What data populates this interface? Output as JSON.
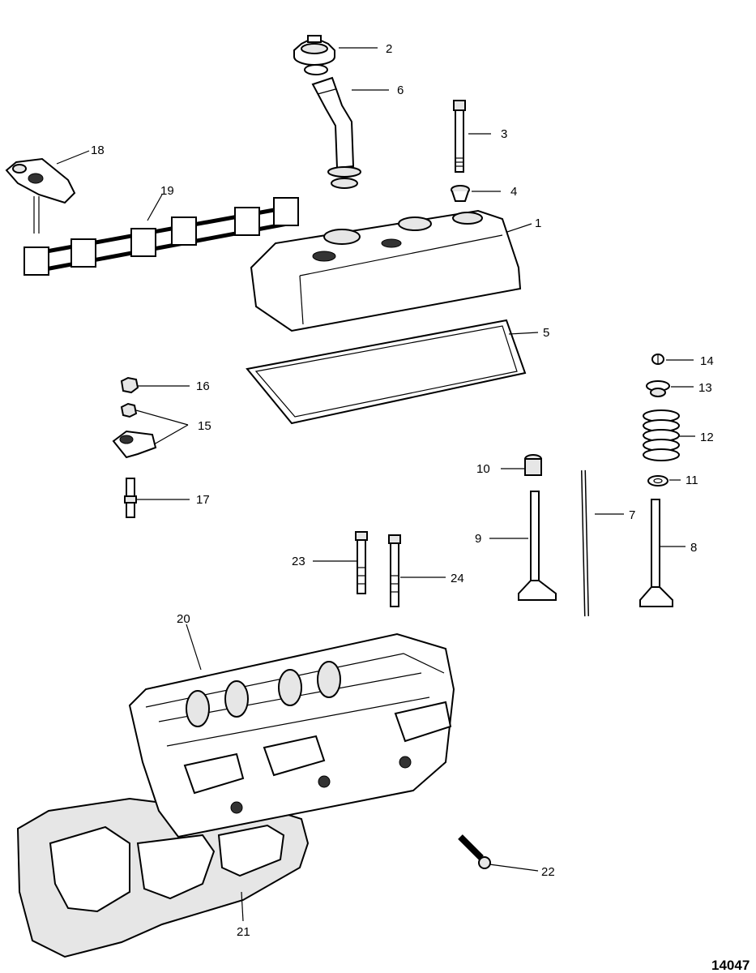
{
  "callouts": [
    {
      "id": "c1",
      "label": "1"
    },
    {
      "id": "c2",
      "label": "2"
    },
    {
      "id": "c3",
      "label": "3"
    },
    {
      "id": "c4",
      "label": "4"
    },
    {
      "id": "c5",
      "label": "5"
    },
    {
      "id": "c6",
      "label": "6"
    },
    {
      "id": "c7",
      "label": "7"
    },
    {
      "id": "c8",
      "label": "8"
    },
    {
      "id": "c9",
      "label": "9"
    },
    {
      "id": "c10",
      "label": "10"
    },
    {
      "id": "c11",
      "label": "11"
    },
    {
      "id": "c12",
      "label": "12"
    },
    {
      "id": "c13",
      "label": "13"
    },
    {
      "id": "c14",
      "label": "14"
    },
    {
      "id": "c15",
      "label": "15"
    },
    {
      "id": "c16",
      "label": "16"
    },
    {
      "id": "c17",
      "label": "17"
    },
    {
      "id": "c18",
      "label": "18"
    },
    {
      "id": "c19",
      "label": "19"
    },
    {
      "id": "c20",
      "label": "20"
    },
    {
      "id": "c21",
      "label": "21"
    },
    {
      "id": "c22",
      "label": "22"
    },
    {
      "id": "c23",
      "label": "23"
    },
    {
      "id": "c24",
      "label": "24"
    }
  ],
  "drawing_number": "14047"
}
